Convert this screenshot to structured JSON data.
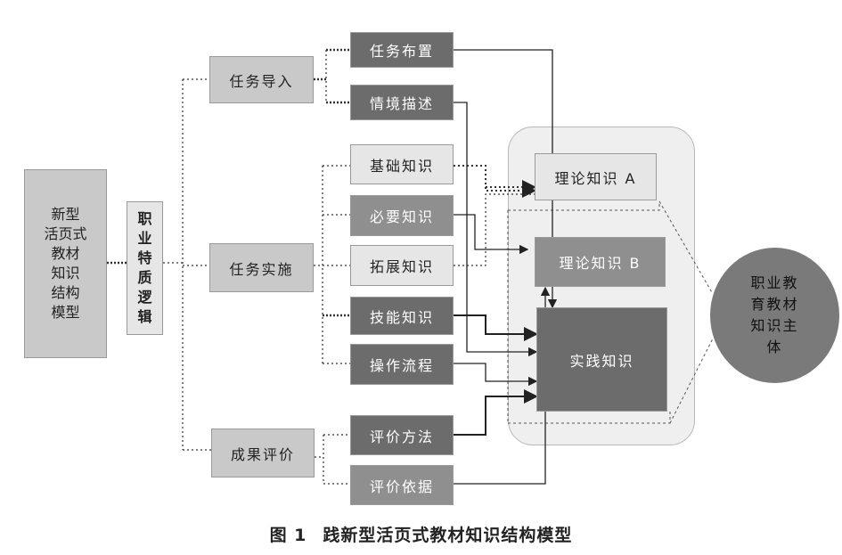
{
  "main_model": "新型\n活页式\n教材\n知识\n结构\n模型",
  "logic": "职\n业\n特\n质\n逻\n辑",
  "phases": {
    "import": "任务导入",
    "implement": "任务实施",
    "evaluate": "成果评价"
  },
  "items": {
    "task_arrange": "任务布置",
    "scenario": "情境描述",
    "basic": "基础知识",
    "necessary": "必要知识",
    "extended": "拓展知识",
    "skill": "技能知识",
    "procedure": "操作流程",
    "eval_method": "评价方法",
    "eval_basis": "评价依据"
  },
  "knowledge": {
    "theory_a": "理论知识 A",
    "theory_b": "理论知识 B",
    "practice": "实践知识"
  },
  "subject": "职业教\n育教材\n知识主\n体",
  "caption": {
    "figure_no": "图 1",
    "title": "践新型活页式教材知识结构模型"
  }
}
